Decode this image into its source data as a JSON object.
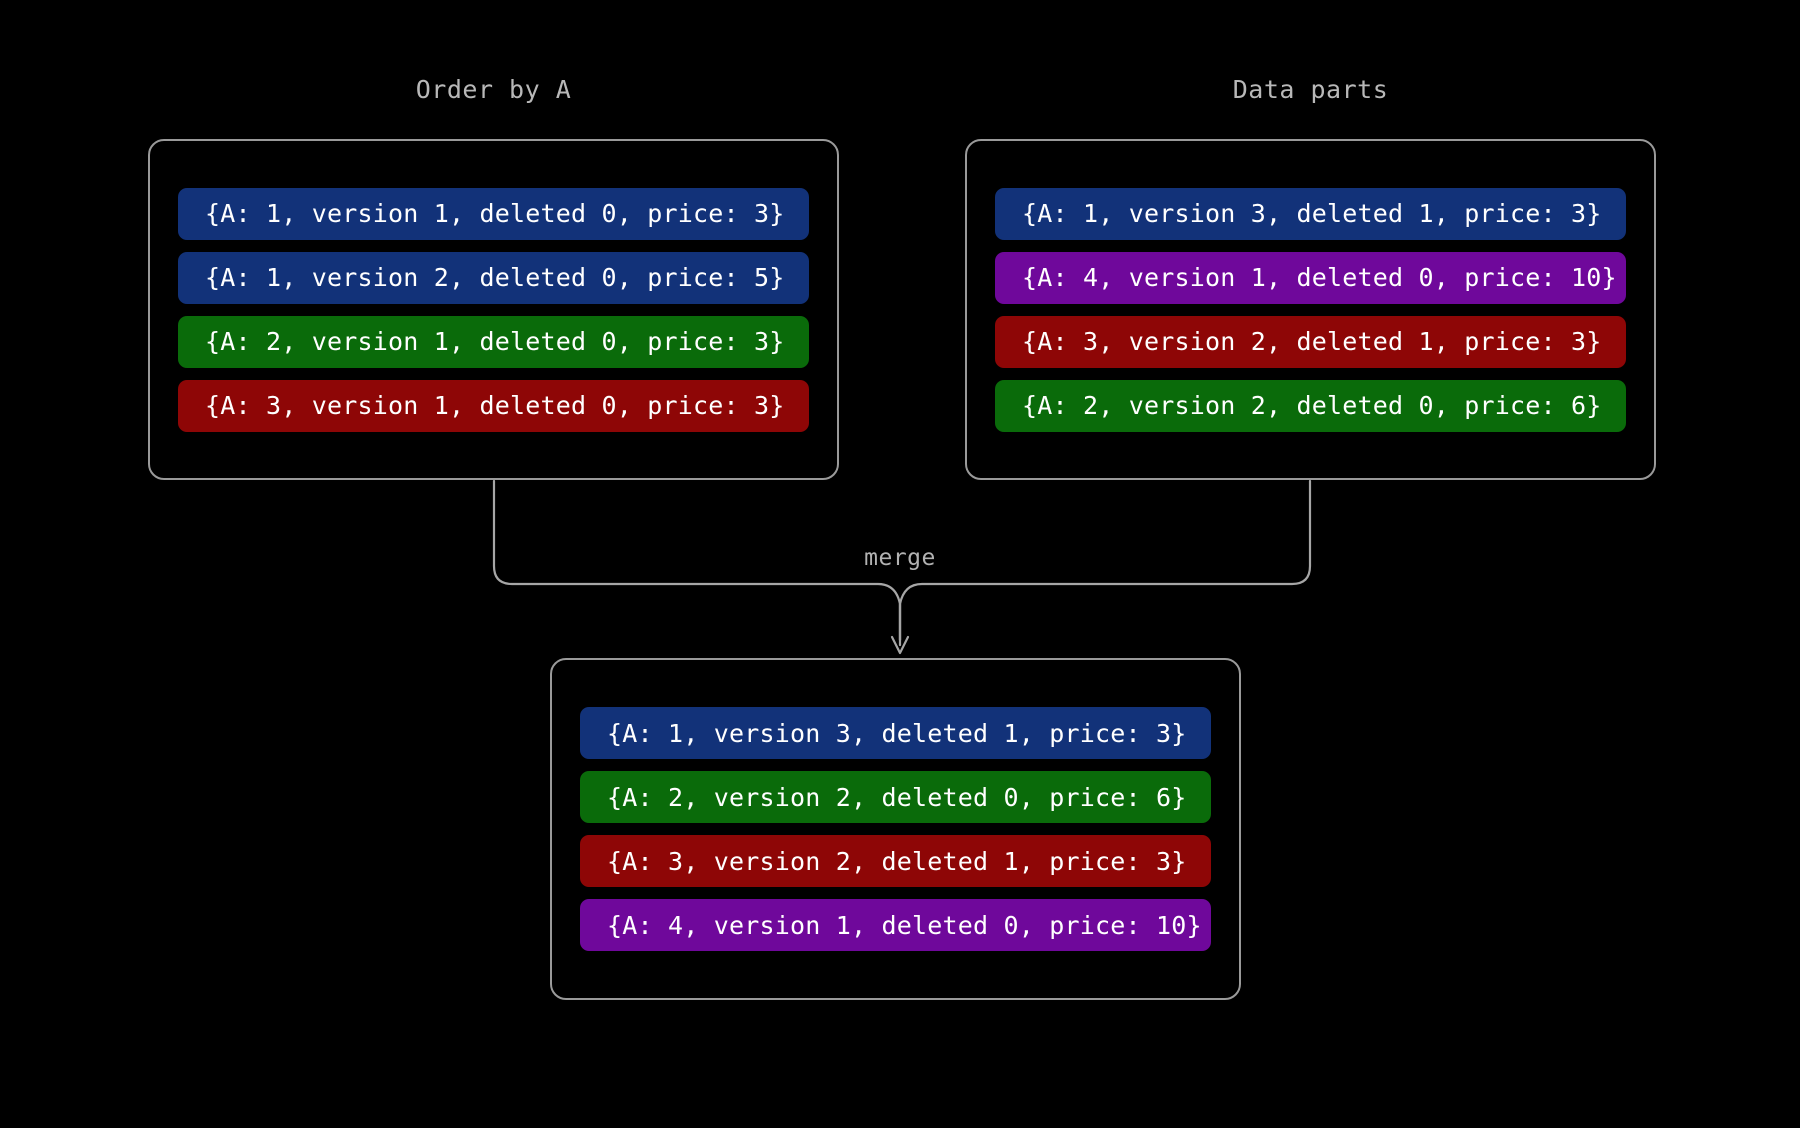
{
  "theme": {
    "background": "#000000",
    "panel_border": "#9a9a9a",
    "title_color": "#b8b8b8",
    "connector_color": "#a6a6a6",
    "row_text_color": "#ffffff",
    "colors": {
      "blue": "#123279",
      "green": "#0a6b0a",
      "red": "#8e0606",
      "purple": "#6f089b"
    }
  },
  "panels": {
    "order_by_a": {
      "title": "Order by A",
      "rows": [
        {
          "text": "{A: 1, version 1, deleted 0, price: 3}",
          "color": "blue"
        },
        {
          "text": "{A: 1, version 2, deleted 0, price: 5}",
          "color": "blue"
        },
        {
          "text": "{A: 2, version 1, deleted 0, price: 3}",
          "color": "green"
        },
        {
          "text": "{A: 3, version 1, deleted 0, price: 3}",
          "color": "red"
        }
      ]
    },
    "data_parts": {
      "title": "Data parts",
      "rows": [
        {
          "text": "{A: 1, version 3, deleted 1, price: 3}",
          "color": "blue"
        },
        {
          "text": "{A: 4, version 1, deleted 0, price: 10}",
          "color": "purple"
        },
        {
          "text": "{A: 3, version 2, deleted 1, price: 3}",
          "color": "red"
        },
        {
          "text": "{A: 2, version 2, deleted 0, price: 6}",
          "color": "green"
        }
      ]
    },
    "merged": {
      "title": "",
      "rows": [
        {
          "text": "{A: 1, version 3, deleted 1, price: 3}",
          "color": "blue"
        },
        {
          "text": "{A: 2, version 2, deleted 0, price: 6}",
          "color": "green"
        },
        {
          "text": "{A: 3, version 2, deleted 1, price: 3}",
          "color": "red"
        },
        {
          "text": "{A: 4, version 1, deleted 0, price: 10}",
          "color": "purple"
        }
      ]
    }
  },
  "connector": {
    "label": "merge"
  }
}
